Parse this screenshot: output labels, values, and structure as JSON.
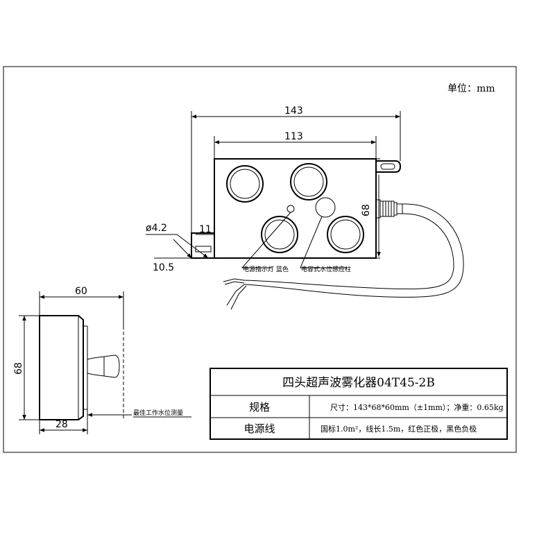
{
  "unit_label": "单位：mm",
  "dimensions": {
    "overall_length": "143",
    "body_length": "113",
    "height": "68",
    "hole_diameter": "ø4.2",
    "tab_width": "11",
    "tab_offset": "10.5",
    "side_width": "60",
    "side_height": "68",
    "side_depth": "28"
  },
  "annotations": {
    "power_indicator": "电源指示灯 蓝色",
    "water_sensor": "电容式水位感应柱",
    "best_water_level": "最佳工作水位测量"
  },
  "spec_table": {
    "title": "四头超声波雾化器04T45-2B",
    "rows": [
      {
        "label": "规格",
        "value": "尺寸：143*68*60mm（±1mm）；净重：0.65kg"
      },
      {
        "label": "电源线",
        "value": "国标1.0m²，线长1.5m，红色正极，黑色负极"
      }
    ]
  }
}
